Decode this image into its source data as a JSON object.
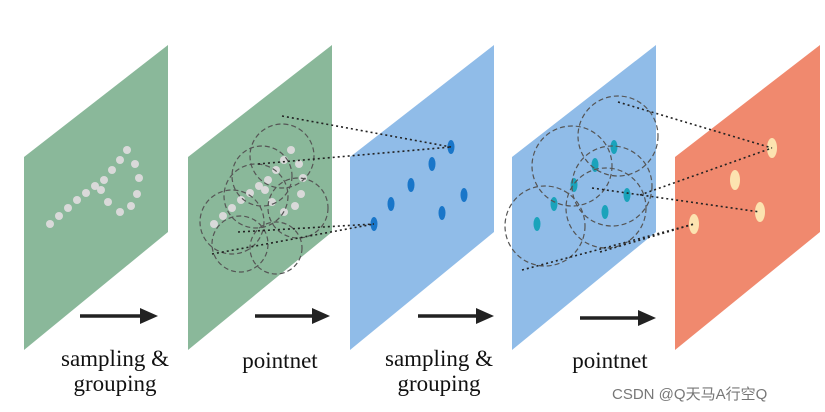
{
  "diagram": {
    "stage_labels": [
      {
        "line1": "sampling &",
        "line2": "grouping"
      },
      {
        "line1": "pointnet",
        "line2": ""
      },
      {
        "line1": "sampling &",
        "line2": "grouping"
      },
      {
        "line1": "pointnet",
        "line2": ""
      }
    ],
    "panel_colors": [
      "#8ab89a",
      "#8ab89a",
      "#90bce8",
      "#90bce8",
      "#f0896e"
    ],
    "point_colors": {
      "gray": "#d9d9d9",
      "teal": "#1aa3bb",
      "blue": "#1976c9",
      "cream": "#fce3b0"
    },
    "arrow_color": "#222222"
  },
  "watermark": "CSDN @Q天马A行空Q"
}
